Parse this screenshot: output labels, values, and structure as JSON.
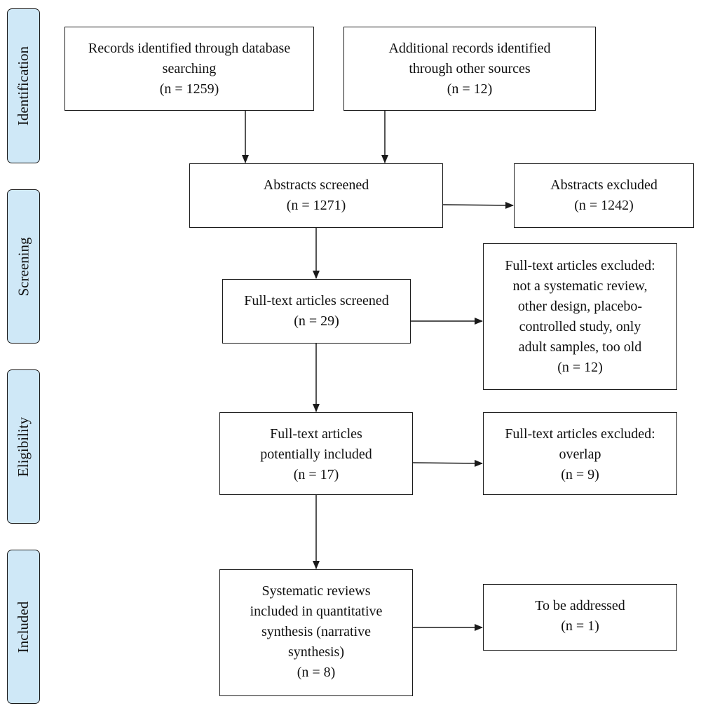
{
  "phases": {
    "identification": "Identification",
    "screening": "Screening",
    "eligibility": "Eligibility",
    "included": "Included"
  },
  "boxes": {
    "database": {
      "lines": [
        "Records identified through database",
        "searching"
      ],
      "n": "(n = 1259)"
    },
    "other_sources": {
      "lines": [
        "Additional records identified",
        "through other sources"
      ],
      "n": "(n = 12)"
    },
    "abstracts_screened": {
      "lines": [
        "Abstracts screened"
      ],
      "n": "(n = 1271)"
    },
    "abstracts_excluded": {
      "lines": [
        "Abstracts excluded"
      ],
      "n": "(n = 1242)"
    },
    "fulltext_screened": {
      "lines": [
        "Full-text articles screened"
      ],
      "n": "(n = 29)"
    },
    "fulltext_excluded_1": {
      "lines": [
        "Full-text articles excluded:",
        "not a systematic review,",
        "other design, placebo-",
        "controlled study, only",
        "adult samples, too old"
      ],
      "n": "(n = 12)"
    },
    "potentially_included": {
      "lines": [
        "Full-text articles",
        "potentially included"
      ],
      "n": "(n = 17)"
    },
    "fulltext_excluded_2": {
      "lines": [
        "Full-text articles excluded:",
        "overlap"
      ],
      "n": "(n = 9)"
    },
    "systematic_reviews": {
      "lines": [
        "Systematic reviews",
        "included in quantitative",
        "synthesis (narrative",
        "synthesis)"
      ],
      "n": "(n = 8)"
    },
    "to_be_addressed": {
      "lines": [
        "To be addressed"
      ],
      "n": "(n = 1)"
    }
  },
  "colors": {
    "phase_fill": "#cfe8f7",
    "line": "#1a1a1a"
  }
}
